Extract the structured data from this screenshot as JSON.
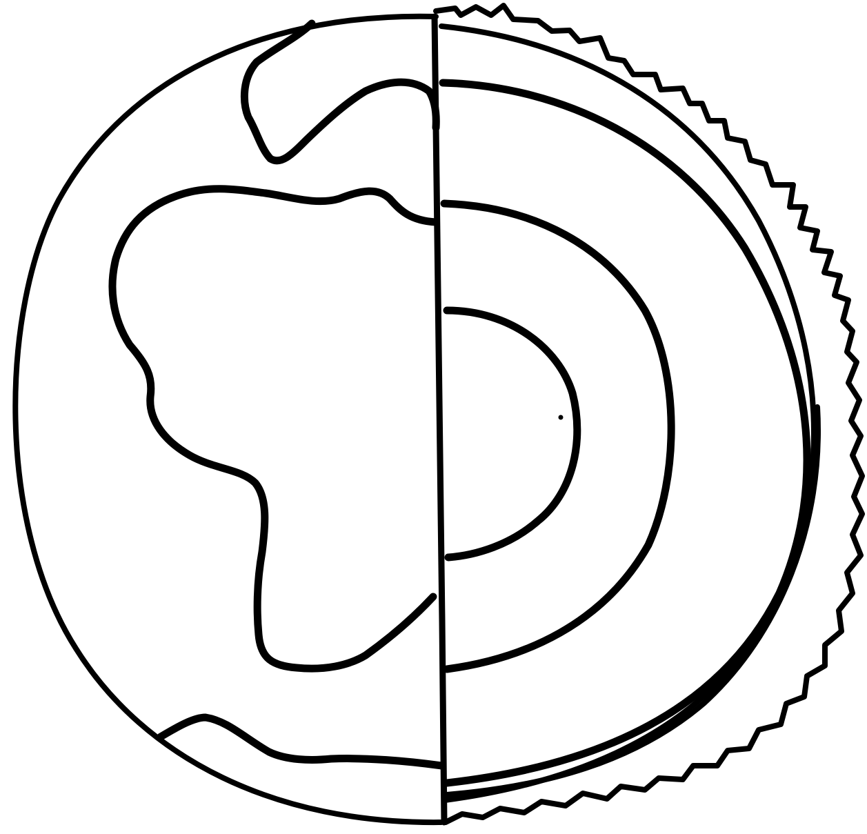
{
  "diagram": {
    "subject": "earth-globe-cutaway-coloring-page",
    "colors": {
      "ink": "#000000",
      "paper": "#ffffff"
    },
    "surface_half": {
      "continents": [
        "landmass-north",
        "landmass-main",
        "landmass-south"
      ]
    },
    "cutaway_half": {
      "layer_count": 4,
      "layers": [
        "crust",
        "mantle",
        "outer-core",
        "inner-core"
      ]
    }
  }
}
